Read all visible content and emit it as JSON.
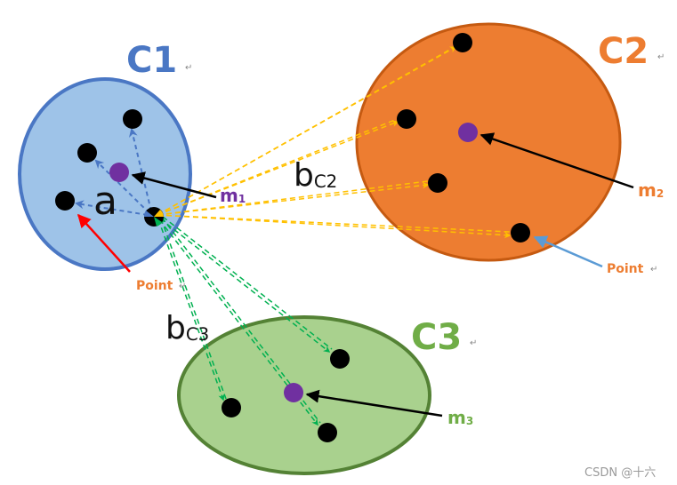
{
  "clusters": {
    "c1": {
      "label": "C1",
      "color": "#4a77c4",
      "fill": "#9ec3e8"
    },
    "c2": {
      "label": "C2",
      "color": "#ed7d31",
      "fill": "#ed7d31"
    },
    "c3": {
      "label": "C3",
      "color": "#70ad47",
      "fill": "#a9d18e"
    }
  },
  "means": {
    "m1": {
      "base": "m",
      "sub": "1",
      "color": "#7030a0"
    },
    "m2": {
      "base": "m",
      "sub": "2",
      "color": "#ed7d31"
    },
    "m3": {
      "base": "m",
      "sub": "3",
      "color": "#70ad47"
    }
  },
  "distances": {
    "a": "a",
    "b_c2": {
      "base": "b",
      "sub": "C2"
    },
    "b_c3": {
      "base": "b",
      "sub": "C3"
    }
  },
  "point_labels": {
    "c1": "Point",
    "c2": "Point"
  },
  "paragraph_mark": "↵",
  "watermark": "CSDN @十六",
  "colors": {
    "point": "#000000",
    "mean_dot": "#7030a0",
    "arrow_black": "#000000",
    "arrow_red": "#ff0000",
    "arrow_lightblue": "#5b9bd5",
    "intra_dash": "#4a77c4",
    "c2_dash": "#ffc000",
    "c3_dash": "#00b050"
  }
}
